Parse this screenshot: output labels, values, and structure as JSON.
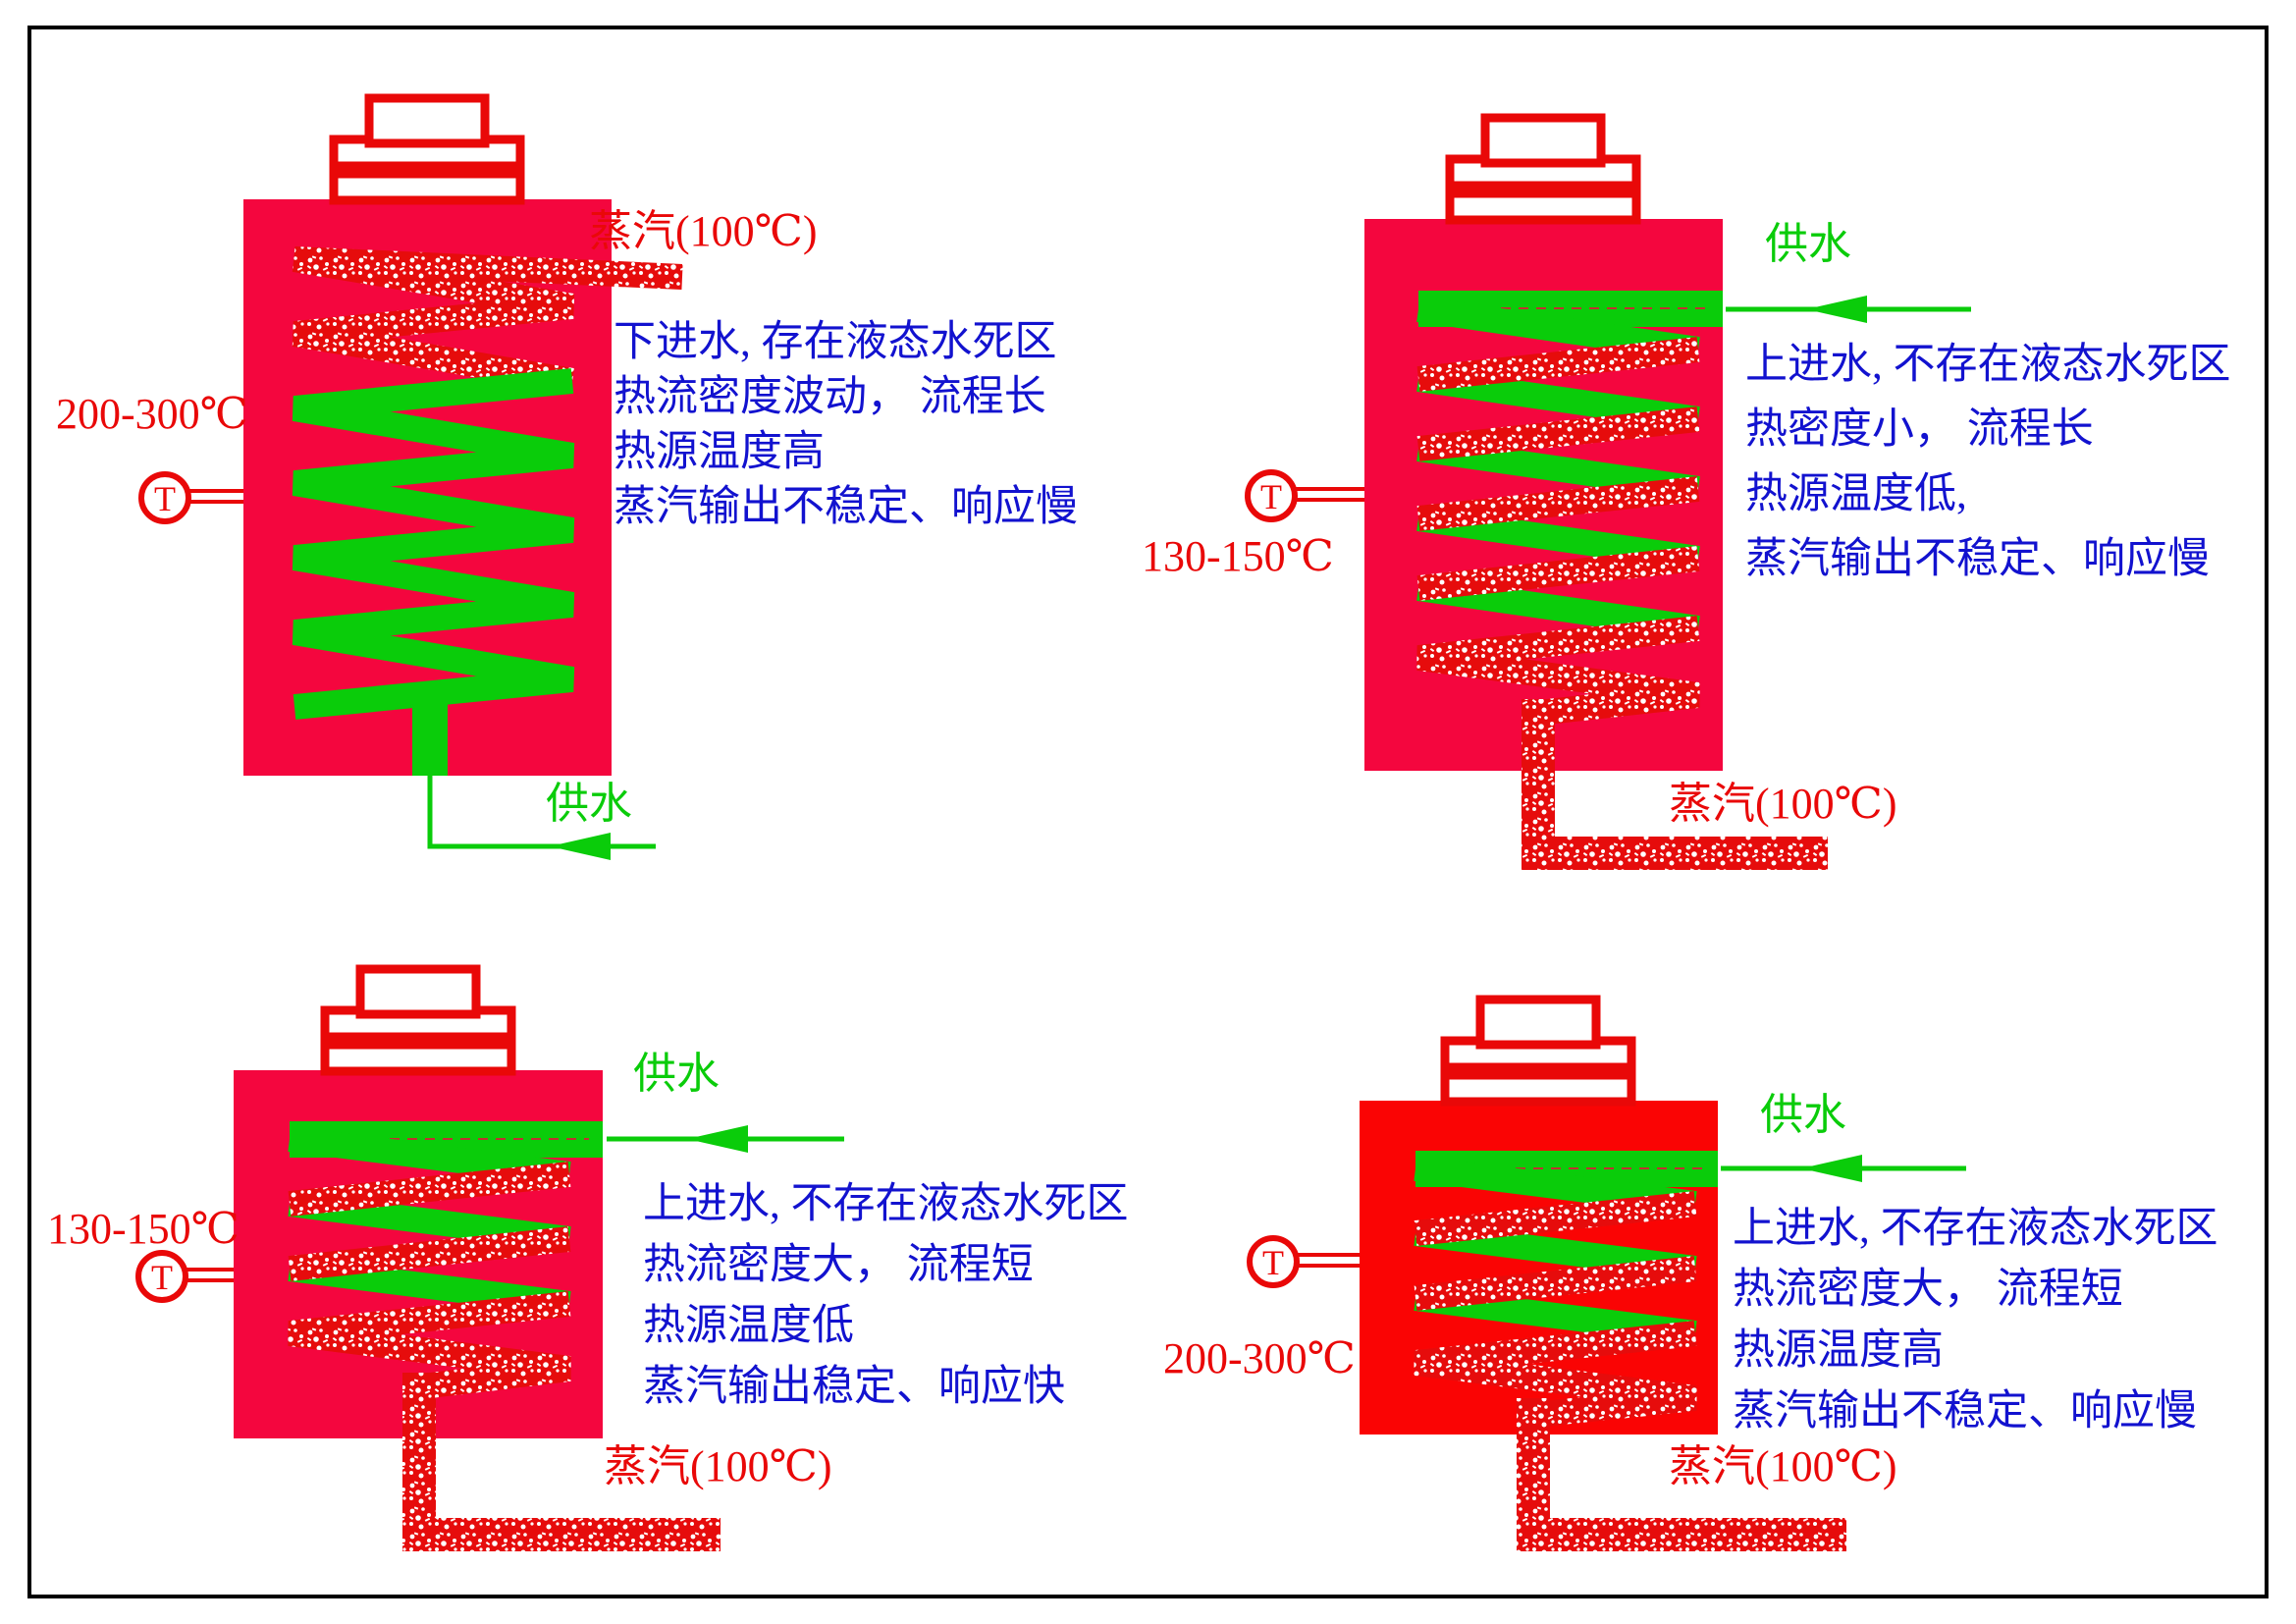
{
  "colors": {
    "vessel_crimson": "#f4063e",
    "vessel_pure_red": "#fa0404",
    "outline_red": "#e90808",
    "water_green": "#0acc0a",
    "note_blue": "#1212cf",
    "steam_stipple_red": "#e60c0c",
    "border_black": "#000000"
  },
  "units": [
    {
      "position": "top-left",
      "water_inlet": "bottom",
      "steam_outlet_label": "蒸汽(100℃)",
      "water_supply_label": "供水",
      "temp_range_label": "200-300℃",
      "gauge_letter": "T",
      "notes": [
        "下进水, 存在液态水死区",
        "热流密度波动， 流程长",
        "热源温度高",
        "蒸汽输出不稳定、响应慢"
      ]
    },
    {
      "position": "top-right",
      "water_inlet": "top",
      "steam_outlet_label": "蒸汽(100℃)",
      "water_supply_label": "供水",
      "temp_range_label": "130-150℃",
      "gauge_letter": "T",
      "notes": [
        "上进水, 不存在液态水死区",
        "热密度小， 流程长",
        "热源温度低,",
        "蒸汽输出不稳定、响应慢"
      ]
    },
    {
      "position": "bottom-left",
      "water_inlet": "top",
      "steam_outlet_label": "蒸汽(100℃)",
      "water_supply_label": "供水",
      "temp_range_label": "130-150℃",
      "gauge_letter": "T",
      "notes": [
        "上进水, 不存在液态水死区",
        "热流密度大， 流程短",
        "热源温度低",
        "蒸汽输出稳定、响应快"
      ]
    },
    {
      "position": "bottom-right",
      "water_inlet": "top",
      "steam_outlet_label": "蒸汽(100℃)",
      "water_supply_label": "供水",
      "temp_range_label": "200-300℃",
      "gauge_letter": "T",
      "notes": [
        "上进水, 不存在液态水死区",
        "热流密度大， 流程短",
        "热源温度高",
        "蒸汽输出不稳定、响应慢"
      ]
    }
  ]
}
